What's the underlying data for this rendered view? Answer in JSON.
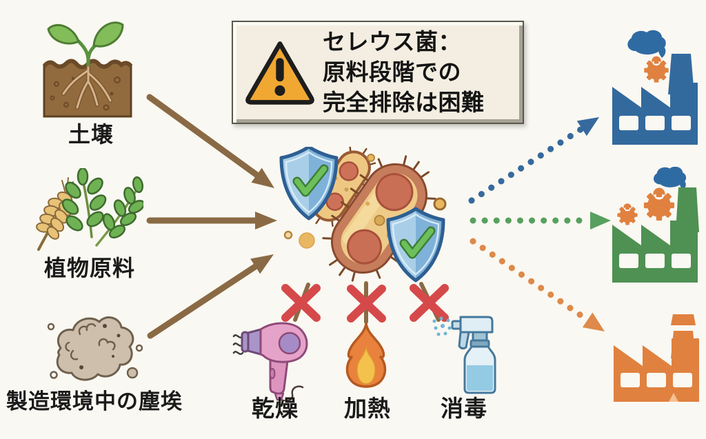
{
  "banner": {
    "icon": "warning-triangle-icon",
    "line1": "セレウス菌：",
    "line2": "原料段階での",
    "line3": "完全排除は困難"
  },
  "sources": [
    {
      "label": "土壌",
      "icon": "soil-sprout-icon"
    },
    {
      "label": "植物原料",
      "icon": "wheat-and-leaves-icon"
    },
    {
      "label": "製造環境中の塵埃",
      "icon": "dust-cloud-icon"
    }
  ],
  "center": {
    "icon": "bacteria-with-shields-icon"
  },
  "countermeasures": [
    {
      "label": "乾燥",
      "icon": "hair-dryer-icon",
      "crossed_out": true
    },
    {
      "label": "加熱",
      "icon": "flame-icon",
      "crossed_out": true
    },
    {
      "label": "消毒",
      "icon": "spray-bottle-icon",
      "crossed_out": true
    }
  ],
  "factories": [
    {
      "icon": "factory-icon",
      "color": "#336a9e"
    },
    {
      "icon": "factory-icon",
      "color": "#4f9153"
    },
    {
      "icon": "factory-icon",
      "color": "#e0813f"
    }
  ],
  "colors": {
    "background": "#faf8f2",
    "arrow_brown": "#8a6a45",
    "cross_red": "#d6494a",
    "dotted_blue": "#36699e",
    "dotted_green": "#57a05f",
    "dotted_orange": "#dd8a4a",
    "warning_triangle": "#f0a832",
    "banner_background": "#f3eee1",
    "gear_orange": "#e0813f",
    "smoke_blue": "#2f6ba3"
  }
}
